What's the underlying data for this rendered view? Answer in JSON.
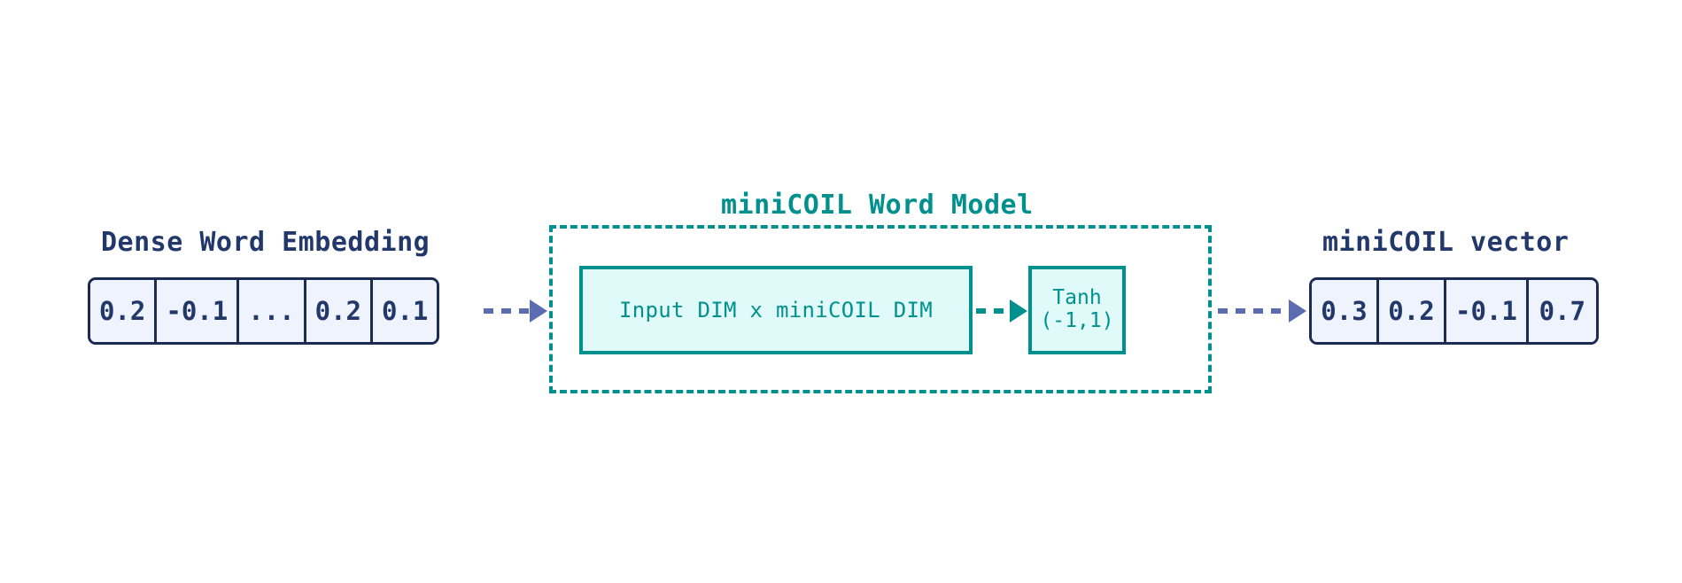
{
  "diagram": {
    "title": "miniCOIL Word Model",
    "colors": {
      "navy": "#22386b",
      "navy_border": "#1b2b52",
      "teal": "#00918f",
      "teal_fill": "#dffaf8",
      "cell_fill": "#eff3fd",
      "purple_arrow": "#5c6cb0",
      "background": "#ffffff"
    }
  },
  "input": {
    "label": "Dense Word Embedding",
    "cells": [
      "0.2",
      "-0.1",
      "...",
      "0.2",
      "0.1"
    ]
  },
  "model": {
    "title": "miniCOIL Word Model",
    "linear_layer": {
      "label": "Input DIM x miniCOIL DIM"
    },
    "activation": {
      "name": "Tanh",
      "range": "(-1,1)"
    }
  },
  "output": {
    "label": "miniCOIL vector",
    "cells": [
      "0.3",
      "0.2",
      "-0.1",
      "0.7"
    ]
  },
  "arrows": [
    {
      "name": "dense-to-model",
      "style": "dashed",
      "color": "#5c6cb0"
    },
    {
      "name": "linear-to-tanh",
      "style": "dashed",
      "color": "#00918f"
    },
    {
      "name": "model-to-output",
      "style": "dashed",
      "color": "#5c6cb0"
    }
  ]
}
